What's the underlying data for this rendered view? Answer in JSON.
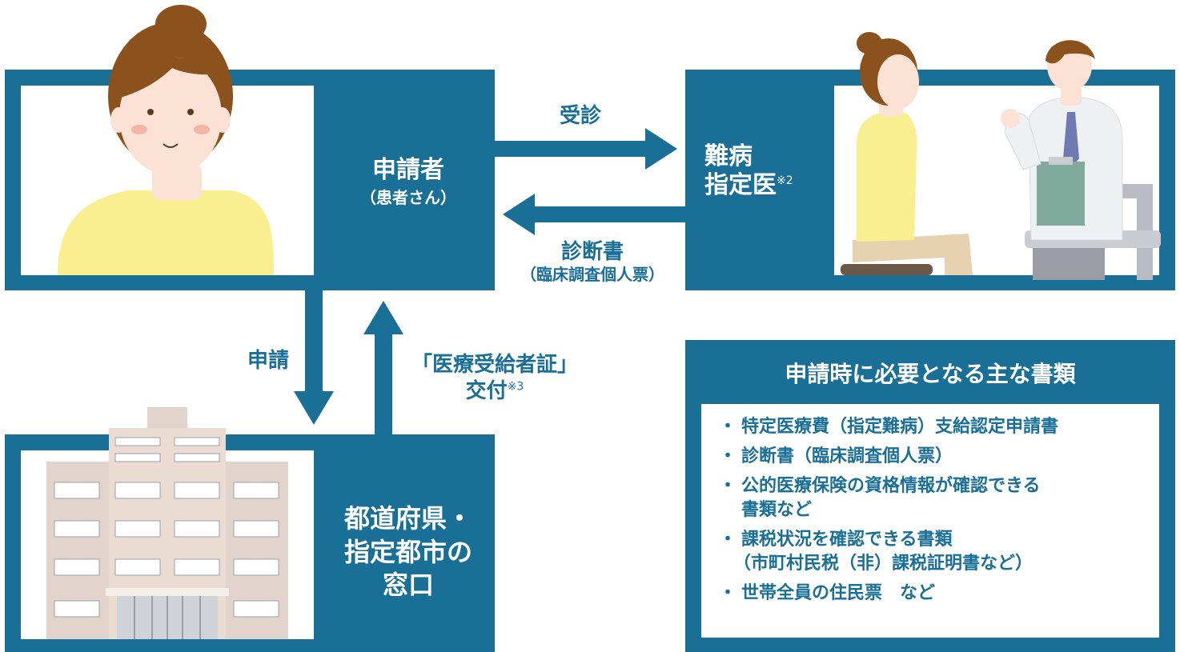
{
  "colors": {
    "primary": "#1a6f96",
    "background": "#ffffff"
  },
  "applicant": {
    "title": "申請者",
    "subtitle": "（患者さん）"
  },
  "doctor": {
    "line1": "難病",
    "line2": "指定医",
    "note": "※2"
  },
  "office": {
    "line1": "都道府県・",
    "line2": "指定都市の",
    "line3": "窓口"
  },
  "arrows": {
    "consult": "受診",
    "certificate": "診断書",
    "certificate_sub": "（臨床調査個人票）",
    "apply": "申請",
    "issue_line1": "「医療受給者証」",
    "issue_line2": "交付",
    "issue_note": "※3"
  },
  "documents": {
    "title": "申請時に必要となる主な書類",
    "items": [
      {
        "line1": "特定医療費（指定難病）支給認定申請書",
        "line2": ""
      },
      {
        "line1": "診断書（臨床調査個人票）",
        "line2": ""
      },
      {
        "line1": "公的医療保険の資格情報が確認できる",
        "line2": "書類など"
      },
      {
        "line1": "課税状況を確認できる書類",
        "line2": "（市町村民税（非）課税証明書など）"
      },
      {
        "line1": "世帯全員の住民票　など",
        "line2": ""
      }
    ]
  }
}
